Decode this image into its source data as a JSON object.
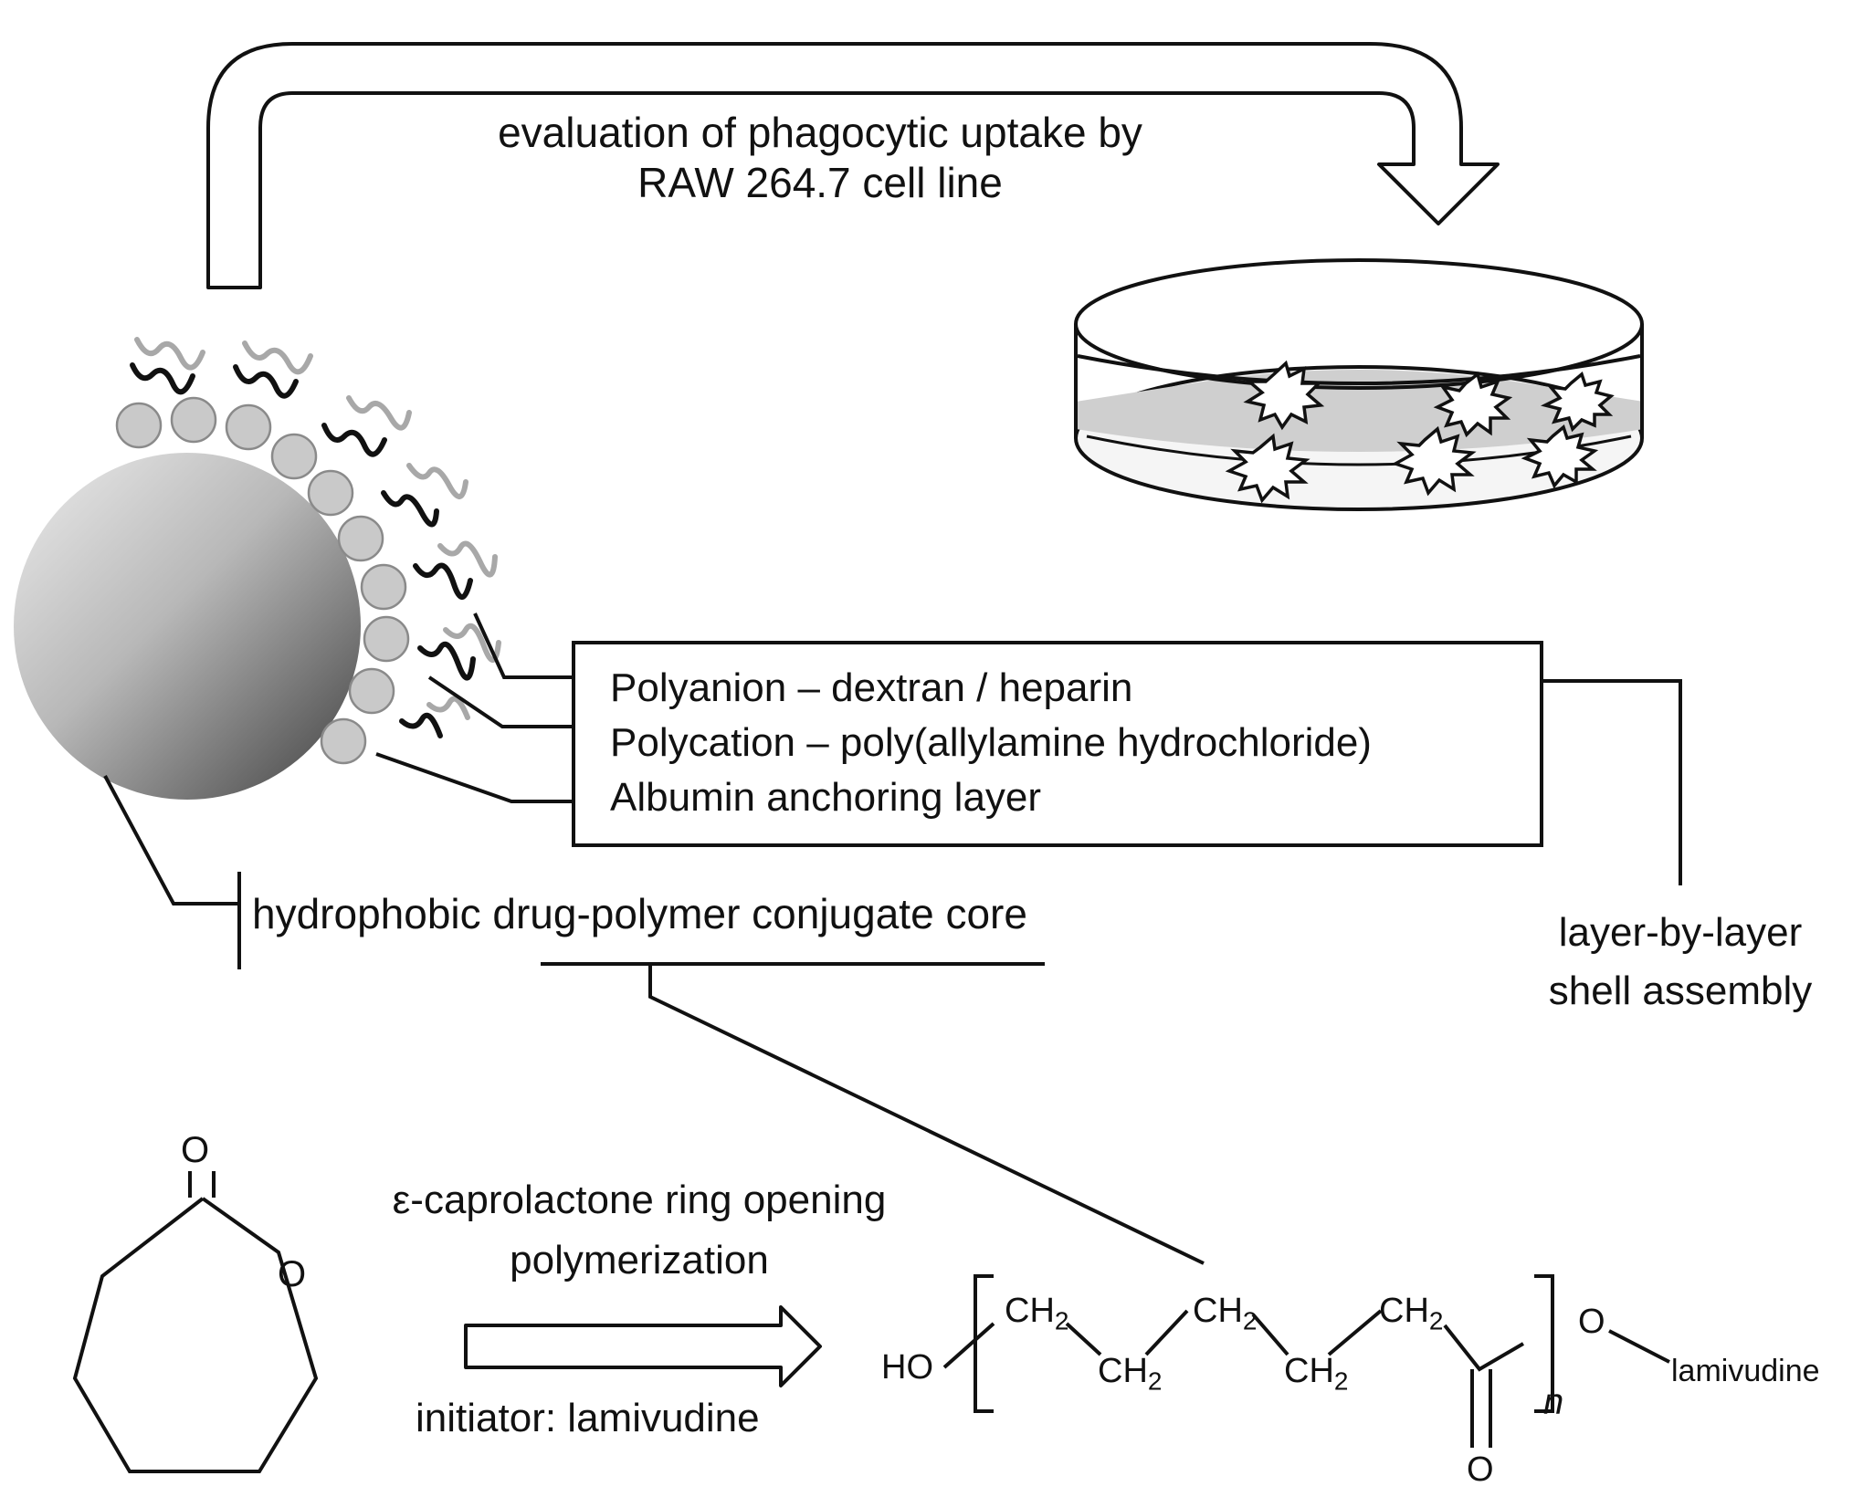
{
  "uptake_label_line1": "evaluation of phagocytic uptake by",
  "uptake_label_line2": "RAW 264.7 cell line",
  "shell_layers": [
    "Polyanion – dextran / heparin",
    "Polycation – poly(allylamine hydrochloride)",
    "Albumin anchoring layer"
  ],
  "shell_assembly_line1": "layer-by-layer",
  "shell_assembly_line2": "shell assembly",
  "core_label": "hydrophobic drug-polymer conjugate core",
  "reaction_label_line1": "ε-caprolactone ring opening",
  "reaction_label_line2": "polymerization",
  "initiator_label": "initiator: lamivudine",
  "caprolactone": {
    "carbonyl_o": "O",
    "ring_o": "O"
  },
  "polymer": {
    "end_group": "HO",
    "ch2": "CH",
    "subscript": "2",
    "carbonyl_o": "O",
    "ester_o": "O",
    "repeat": "n",
    "terminal": "lamivudine"
  },
  "colors": {
    "line": "#111111",
    "gray_chain": "#a8a8a8",
    "albumin": "#c9c9c9",
    "core_light": "#e6e6e6",
    "core_dark": "#4a4a4a",
    "dish_liquid": "#d2d2d2"
  }
}
